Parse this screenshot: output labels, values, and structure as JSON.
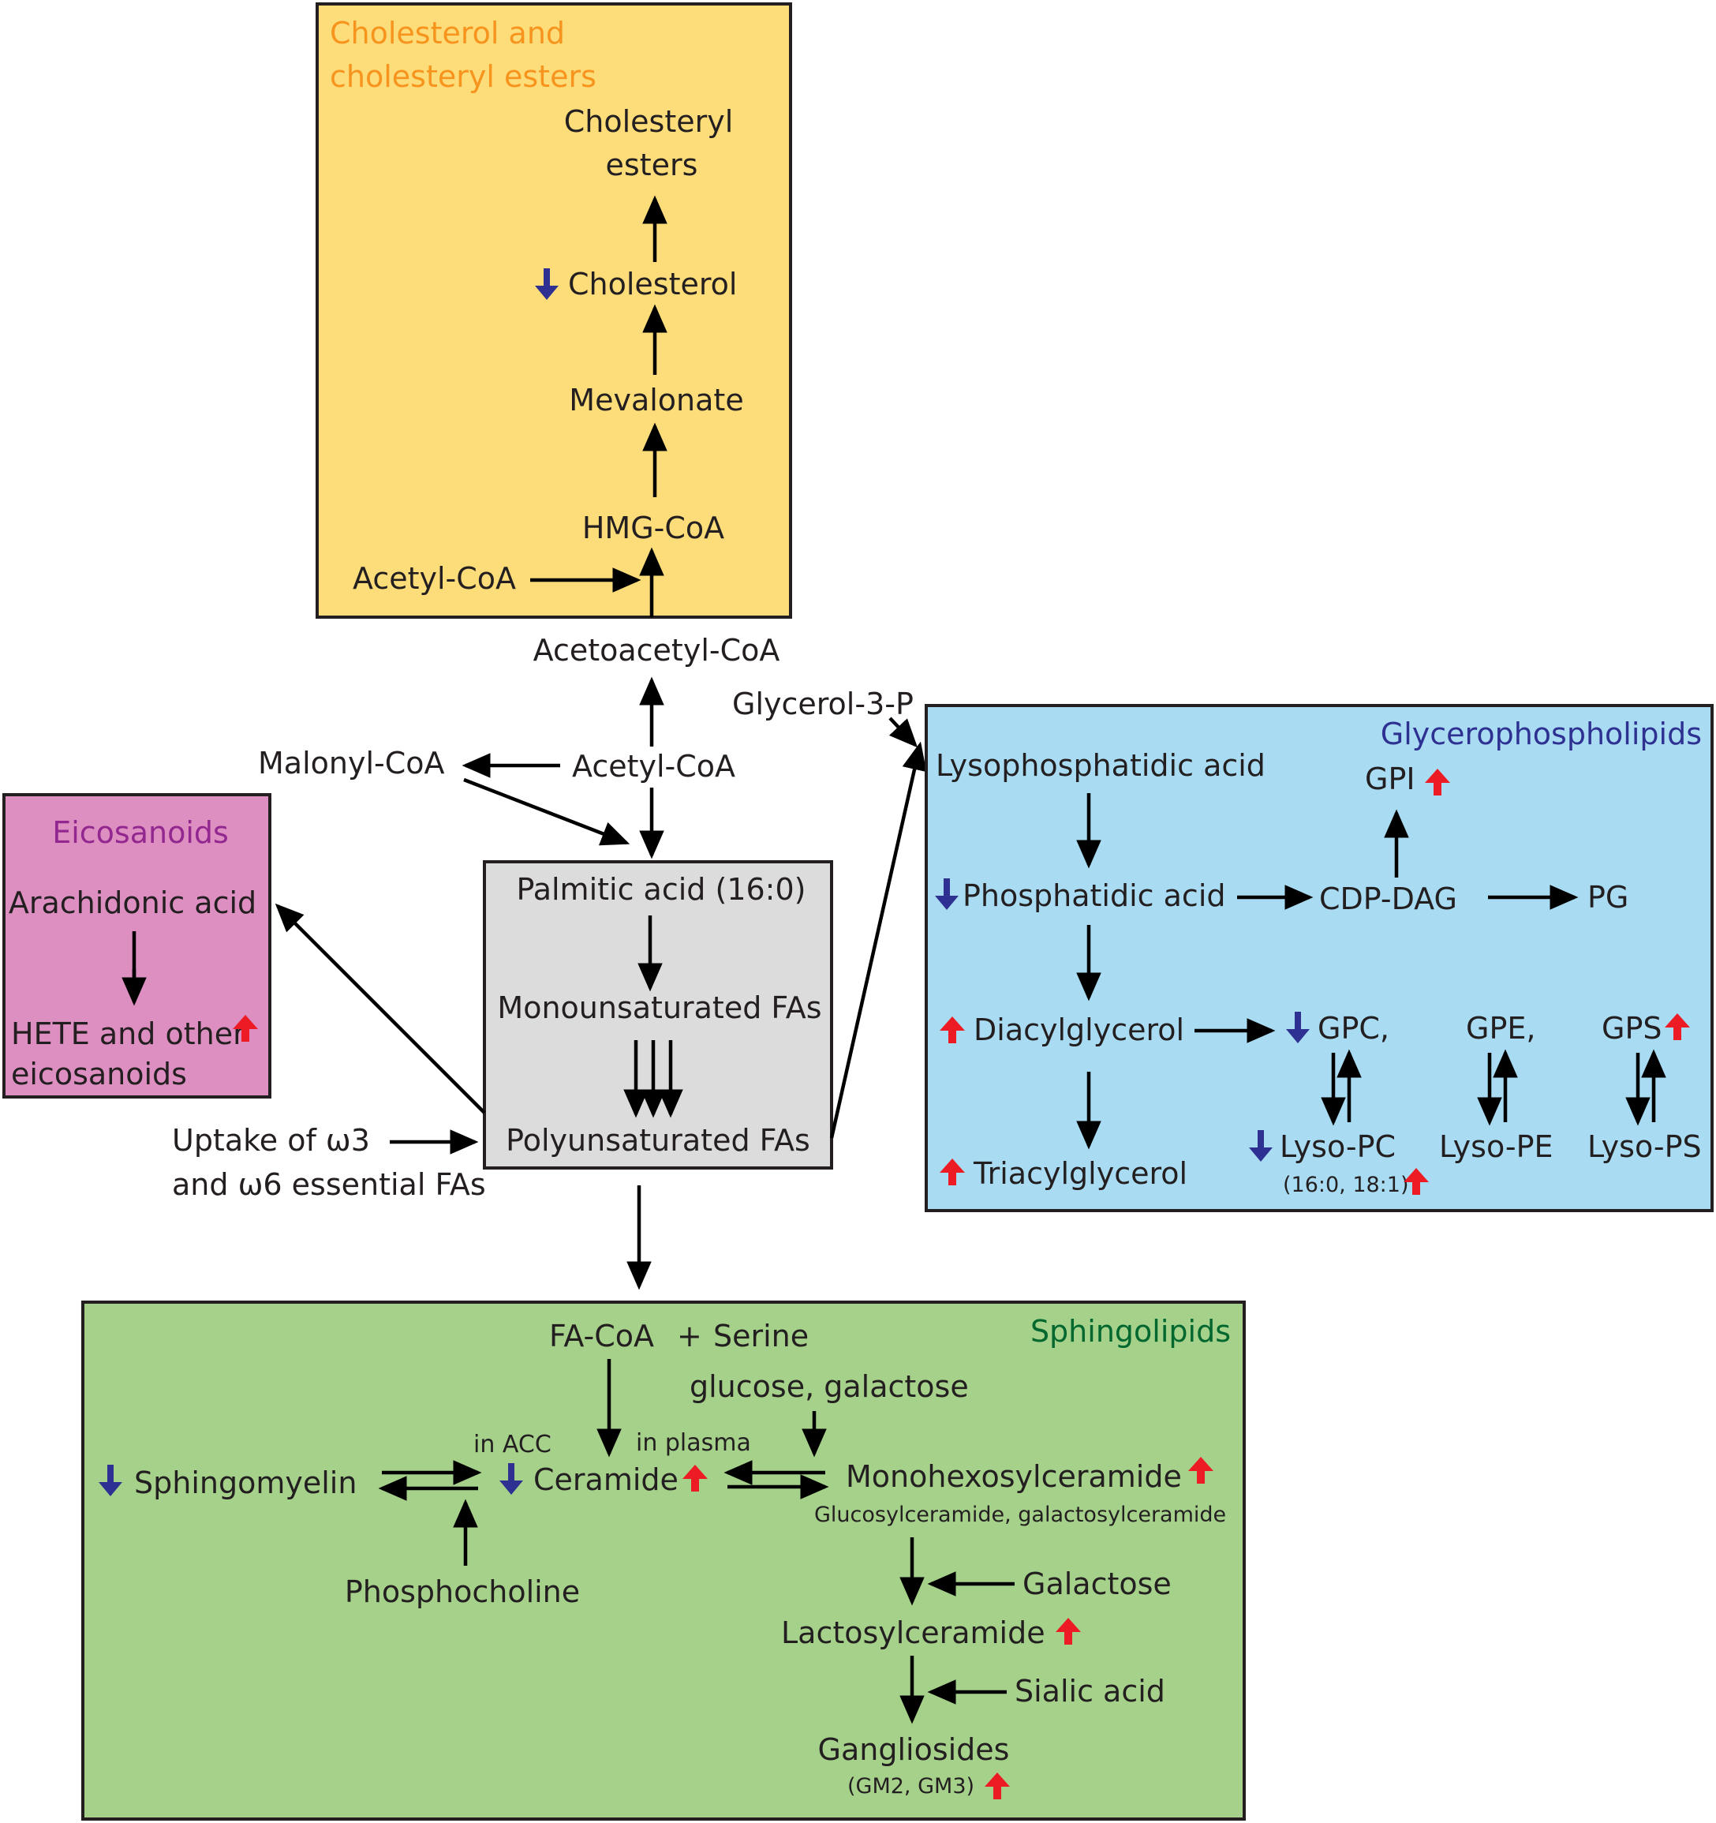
{
  "colors": {
    "cholesterol_box": "#fddc7a",
    "cholesterol_title": "#f7941d",
    "eicosanoids_box": "#de8fc2",
    "eicosanoids_title": "#92278f",
    "center_box": "#dcdcdc",
    "glycero_box": "#a9dcf2",
    "glycero_title": "#2e3192",
    "sphingo_box": "#a5d18a",
    "sphingo_title": "#00672f",
    "up_arrow": "#ed1c24",
    "down_arrow": "#2e3192"
  },
  "icons": {
    "increase": "red-up-arrow-icon",
    "decrease": "blue-down-arrow-icon"
  },
  "cholesterol": {
    "title_line1": "Cholesterol and",
    "title_line2": "cholesteryl esters",
    "cholesteryl_esters_1": "Cholesteryl",
    "cholesteryl_esters_2": "esters",
    "cholesterol": "Cholesterol",
    "mevalonate": "Mevalonate",
    "hmg_coa": "HMG-CoA",
    "acetyl_coa": "Acetyl-CoA"
  },
  "center": {
    "acetoacetyl_coa": "Acetoacetyl-CoA",
    "acetyl_coa": "Acetyl-CoA",
    "malonyl_coa": "Malonyl-CoA",
    "glycerol_3_p": "Glycerol-3-P",
    "palmitic_acid": "Palmitic acid (16:0)",
    "monounsaturated": "Monounsaturated FAs",
    "polyunsaturated": "Polyunsaturated FAs",
    "uptake_1": "Uptake of ω3",
    "uptake_2": "and ω6 essential FAs"
  },
  "eicosanoids": {
    "title": "Eicosanoids",
    "arachidonic": "Arachidonic acid",
    "hete_1": "HETE and other",
    "hete_2": "eicosanoids"
  },
  "glycero": {
    "title": "Glycerophospholipids",
    "lysophosphatidic": "Lysophosphatidic acid",
    "gpi": "GPI",
    "phosphatidic": "Phosphatidic acid",
    "cdp_dag": "CDP-DAG",
    "pg": "PG",
    "diacylglycerol": "Diacylglycerol",
    "gpc": "GPC,",
    "gpe": "GPE,",
    "gps": "GPS",
    "triacylglycerol": "Triacylglycerol",
    "lyso_pc": "Lyso-PC",
    "lyso_pc_note": "(16:0, 18:1)",
    "lyso_pe": "Lyso-PE",
    "lyso_ps": "Lyso-PS"
  },
  "sphingo": {
    "title": "Sphingolipids",
    "fa_coa": "FA-CoA",
    "plus": "+",
    "serine": "Serine",
    "glucose_galactose": "glucose, galactose",
    "in_acc": "in ACC",
    "in_plasma": "in plasma",
    "sphingomyelin": "Sphingomyelin",
    "ceramide": "Ceramide",
    "monohexosyl": "Monohexosylceramide",
    "monohexosyl_note": "Glucosylceramide, galactosylceramide",
    "phosphocholine": "Phosphocholine",
    "galactose": "Galactose",
    "lactosyl": "Lactosylceramide",
    "sialic": "Sialic acid",
    "gangliosides": "Gangliosides",
    "gangliosides_note": "(GM2, GM3)"
  }
}
